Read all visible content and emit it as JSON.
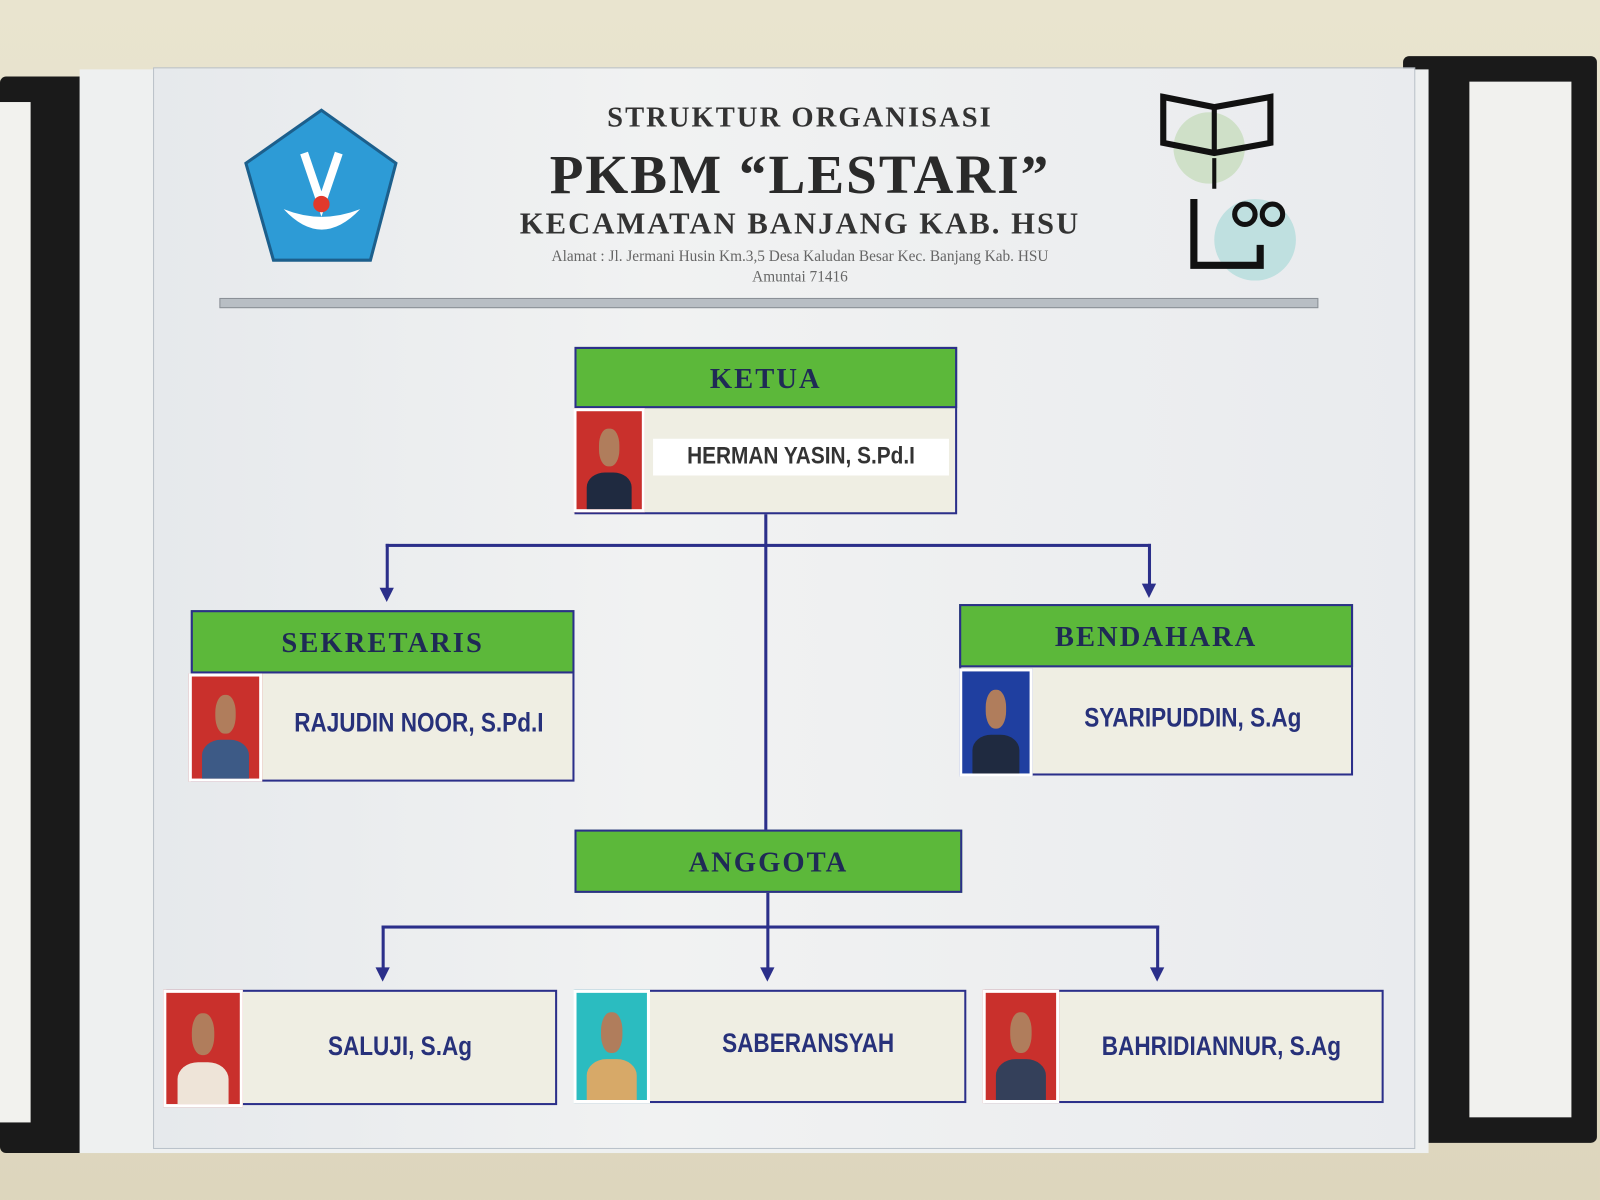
{
  "header": {
    "line1": "STRUKTUR ORGANISASI",
    "line2": "PKBM “LESTARI”",
    "line3": "KECAMATAN BANJANG  KAB. HSU",
    "address1": "Alamat : Jl. Jermani Husin Km.3,5 Desa Kaludan Besar Kec. Banjang Kab. HSU",
    "address2": "Amuntai 71416"
  },
  "ketua": {
    "title": "KETUA",
    "name": "HERMAN YASIN, S.Pd.I"
  },
  "sekretaris": {
    "title": "SEKRETARIS",
    "name": "RAJUDIN NOOR, S.Pd.I"
  },
  "bendahara": {
    "title": "BENDAHARA",
    "name": "SYARIPUDDIN, S.Ag"
  },
  "anggota": {
    "title": "ANGGOTA",
    "members": [
      {
        "name": "SALUJI, S.Ag"
      },
      {
        "name": "SABERANSYAH"
      },
      {
        "name": "BAHRIDIANNUR, S.Ag"
      }
    ]
  },
  "colors": {
    "header_green": "#5cb83a",
    "line_blue": "#2b2f8a"
  }
}
